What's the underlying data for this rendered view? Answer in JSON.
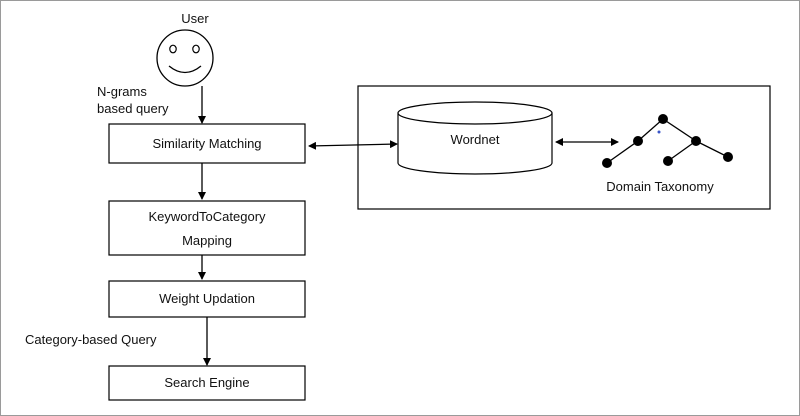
{
  "user": {
    "label": "User"
  },
  "edges": {
    "user_to_similarity": "N-grams based query",
    "weight_to_search": "Category-based Query"
  },
  "nodes": {
    "similarity": "Similarity Matching",
    "keyword_mapping_line1": "KeywordToCategory",
    "keyword_mapping_line2": "Mapping",
    "weight": "Weight Updation",
    "search": "Search Engine",
    "wordnet": "Wordnet",
    "taxonomy": "Domain Taxonomy"
  }
}
